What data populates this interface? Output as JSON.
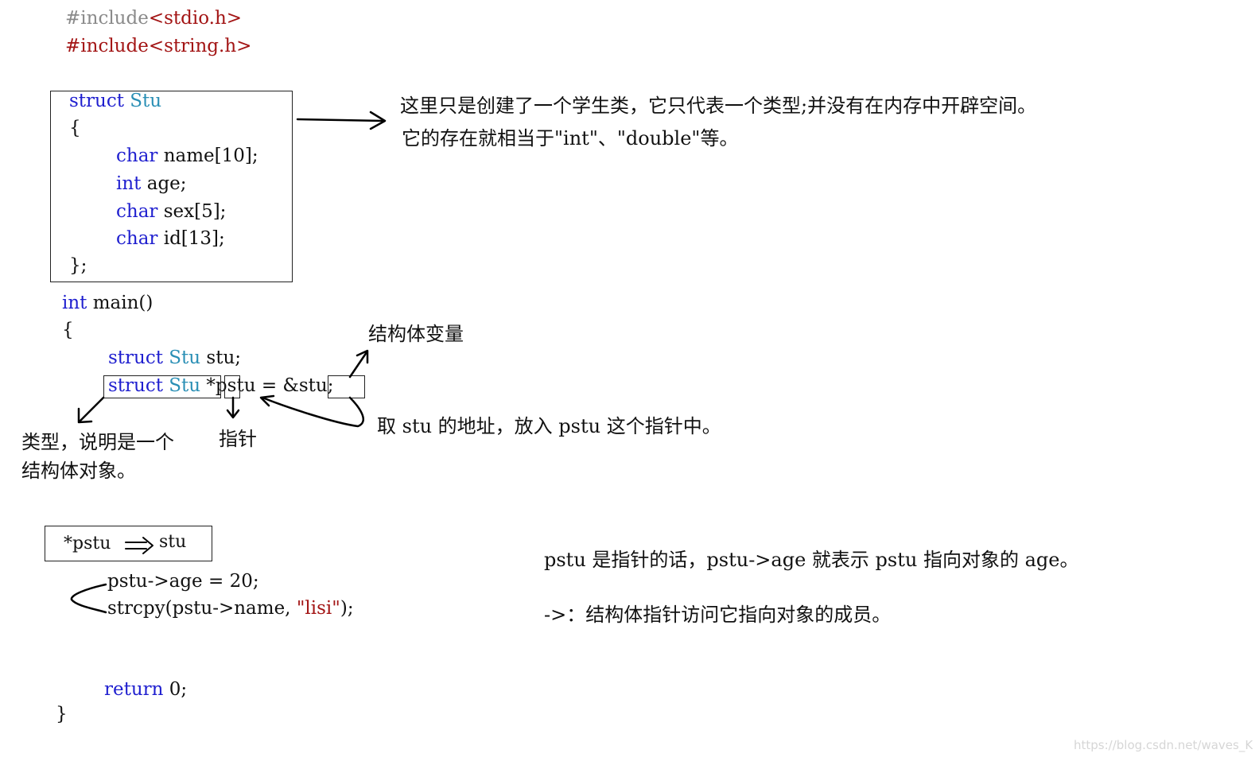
{
  "code": {
    "include1_kw": "#include",
    "include1_hdr": "<stdio.h>",
    "include2": "#include<string.h>",
    "struct_kw": "struct",
    "struct_name": "Stu",
    "open_brace": "{",
    "field1_type": "char",
    "field1_rest": "name[10];",
    "field2_type": "int",
    "field2_rest": "age;",
    "field3_type": "char",
    "field3_rest": "sex[5];",
    "field4_type": "char",
    "field4_rest": "id[13];",
    "close_struct": "};",
    "main_kw": "int",
    "main_rest": "main()",
    "main_open": "{",
    "decl1_kw": "struct",
    "decl1_type": "Stu",
    "decl1_rest": "stu;",
    "decl2_kw": "struct",
    "decl2_type": "Stu",
    "decl2_star": "*",
    "decl2_mid": "pstu = &",
    "decl2_stu": "stu",
    "decl2_end": ";",
    "assign": "pstu->age = 20;",
    "strcpy_pre": "strcpy(pstu->name, ",
    "strcpy_str": "\"lisi\"",
    "strcpy_end": ");",
    "return_kw": "return",
    "return_rest": "0;",
    "main_close": "}"
  },
  "notes": {
    "struct_note_1": "这里只是创建了一个学生类，它只代表一个类型;并没有在内存中开辟空间。",
    "struct_note_2": "它的存在就相当于\"int\"、\"double\"等。",
    "var_label": "结构体变量",
    "addr_note": "取 stu 的地址，放入 pstu 这个指针中。",
    "type_note_1": "类型，说明是一个",
    "type_note_2": "结构体对象。",
    "pointer_label": "指针",
    "equiv_left": "*pstu",
    "equiv_right": "stu",
    "arrow_note_1": "pstu 是指针的话，pstu->age 就表示 pstu 指向对象的 age。",
    "arrow_note_2": "->：结构体指针访问它指向对象的成员。"
  },
  "watermark": "https://blog.csdn.net/waves_K",
  "colors": {
    "keyword": "#1f1fcf",
    "type_name": "#2a8fb5",
    "preprocessor": "#8a8a8a",
    "string": "#a31515"
  },
  "icons": [
    "arrow-right-icon",
    "arrow-up-icon",
    "arrow-down-icon",
    "double-arrow-icon"
  ]
}
